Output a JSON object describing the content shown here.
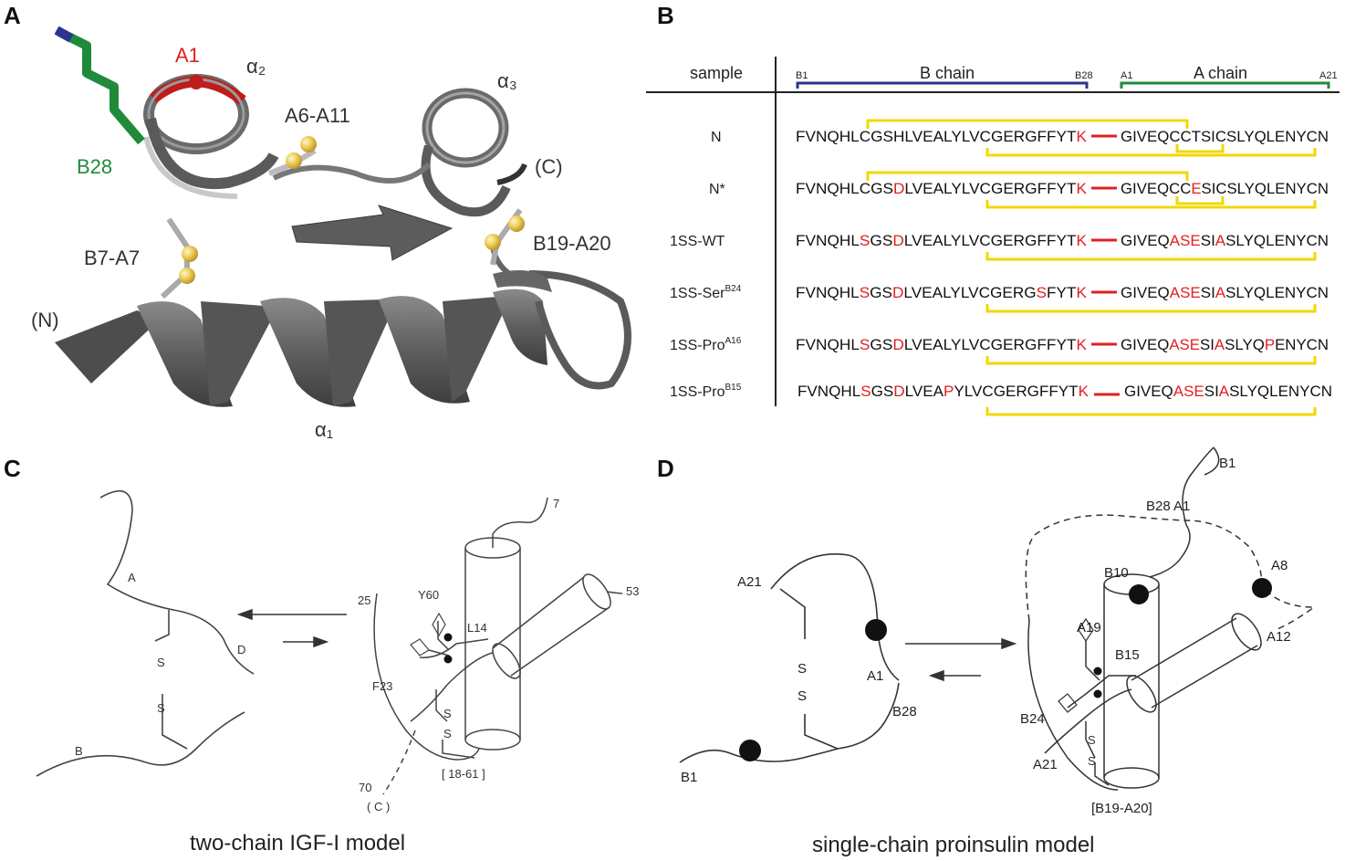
{
  "panels": {
    "a": {
      "letter": "A",
      "labels": {
        "a1": "A1",
        "alpha2": "α₂",
        "alpha3": "α₃",
        "a6a11": "A6-A11",
        "c_term": "(C)",
        "b28": "B28",
        "b19a20": "B19-A20",
        "b7a7": "B7-A7",
        "n_term": "(N)",
        "alpha1": "α₁"
      }
    },
    "b": {
      "letter": "B",
      "header": {
        "sample": "sample",
        "b_chain": "B chain",
        "a_chain": "A chain",
        "b1": "B1",
        "b28": "B28",
        "a1": "A1",
        "a21": "A21"
      },
      "rows": [
        {
          "sample": "N",
          "sup": "",
          "b_chain": [
            [
              "FVNQHLCGSHLVEALYLVCGERGFFYT",
              false
            ],
            [
              "K",
              true
            ]
          ],
          "a_chain": [
            [
              "GIVEQCCTSICSLYQLENYCN",
              false
            ]
          ]
        },
        {
          "sample": "N*",
          "sup": "",
          "b_chain": [
            [
              "FVNQHLCGS",
              false
            ],
            [
              "D",
              true
            ],
            [
              "LVEALYLVCGERGFFYT",
              false
            ],
            [
              "K",
              true
            ]
          ],
          "a_chain": [
            [
              "GIVEQCC",
              false
            ],
            [
              "E",
              true
            ],
            [
              "SICSLYQLENYCN",
              false
            ]
          ]
        },
        {
          "sample": "1SS-WT",
          "sup": "",
          "b_chain": [
            [
              "FVNQHL",
              false
            ],
            [
              "S",
              true
            ],
            [
              "GS",
              false
            ],
            [
              "D",
              true
            ],
            [
              "LVEALYLVCGERGFFYT",
              false
            ],
            [
              "K",
              true
            ]
          ],
          "a_chain": [
            [
              "GIVEQ",
              false
            ],
            [
              "ASE",
              true
            ],
            [
              "SI",
              false
            ],
            [
              "A",
              true
            ],
            [
              "SLYQLENYCN",
              false
            ]
          ]
        },
        {
          "sample": "1SS-Ser",
          "sup": "B24",
          "b_chain": [
            [
              "FVNQHL",
              false
            ],
            [
              "S",
              true
            ],
            [
              "GS",
              false
            ],
            [
              "D",
              true
            ],
            [
              "LVEALYLVCGERG",
              false
            ],
            [
              "S",
              true
            ],
            [
              "FYT",
              false
            ],
            [
              "K",
              true
            ]
          ],
          "a_chain": [
            [
              "GIVEQ",
              false
            ],
            [
              "ASE",
              true
            ],
            [
              "SI",
              false
            ],
            [
              "A",
              true
            ],
            [
              "SLYQLENYCN",
              false
            ]
          ]
        },
        {
          "sample": "1SS-Pro",
          "sup": "A16",
          "b_chain": [
            [
              "FVNQHL",
              false
            ],
            [
              "S",
              true
            ],
            [
              "GS",
              false
            ],
            [
              "D",
              true
            ],
            [
              "LVEALYLVCGERGFFYT",
              false
            ],
            [
              "K",
              true
            ]
          ],
          "a_chain": [
            [
              "GIVEQ",
              false
            ],
            [
              "ASE",
              true
            ],
            [
              "SI",
              false
            ],
            [
              "A",
              true
            ],
            [
              "SLYQ",
              false
            ],
            [
              "P",
              true
            ],
            [
              "ENYCN",
              false
            ]
          ]
        },
        {
          "sample": "1SS-Pro",
          "sup": "B15",
          "b_chain": [
            [
              "FVNQHL",
              false
            ],
            [
              "S",
              true
            ],
            [
              "GS",
              false
            ],
            [
              "D",
              true
            ],
            [
              "LVEA",
              false
            ],
            [
              "P",
              true
            ],
            [
              "YLVCGERGFFYT",
              false
            ],
            [
              "K",
              true
            ]
          ],
          "a_chain": [
            [
              "GIVEQ",
              false
            ],
            [
              "ASE",
              true
            ],
            [
              "SI",
              false
            ],
            [
              "A",
              true
            ],
            [
              "SLYQLENYCN",
              false
            ]
          ]
        }
      ]
    },
    "c": {
      "letter": "C",
      "caption": "two-chain IGF-I model",
      "labels": {
        "a": "A",
        "d": "D",
        "s1": "S",
        "s2": "S",
        "b": "B",
        "n7": "7",
        "n25": "25",
        "n53": "53",
        "y60": "Y60",
        "l14": "L14",
        "f23": "F23",
        "s3": "S",
        "s4": "S",
        "n70": "70",
        "c": "( C )",
        "bridge": "[ 18-61 ]"
      }
    },
    "d": {
      "letter": "D",
      "caption": "single-chain proinsulin model",
      "labels": {
        "b1_top": "B1",
        "b28a1": "B28  A1",
        "b10": "B10",
        "a8": "A8",
        "a21_left": "A21",
        "a19": "A19",
        "b15": "B15",
        "a12": "A12",
        "a1": "A1",
        "b28": "B28",
        "b24": "B24",
        "a21": "A21",
        "b1_bottom": "B1",
        "s1": "S",
        "s2": "S",
        "s3": "S",
        "s4": "S",
        "bridge": "[B19-A20]"
      }
    }
  },
  "colors": {
    "red": "#e02020",
    "green": "#1f8a3a",
    "blue": "#2a3490",
    "yellow": "#f0d800",
    "helix": "#5a5a5a",
    "sulfur": "#ecc94b"
  }
}
